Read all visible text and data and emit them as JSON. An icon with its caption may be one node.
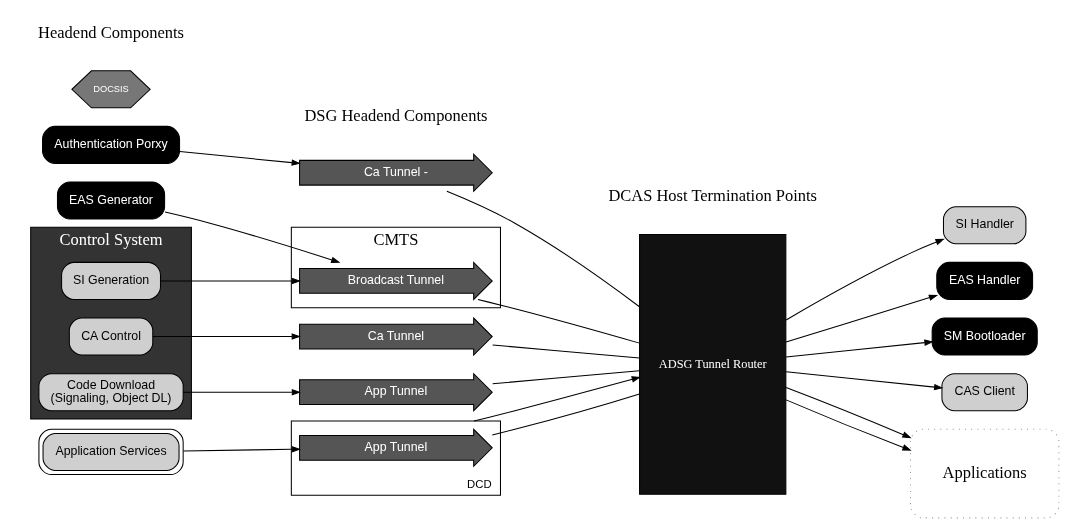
{
  "diagram": {
    "nodes": [
      {
        "text": [
          "Authentication Porxy"
        ]
      },
      {
        "text": [
          "EAS Generator"
        ]
      },
      {
        "text": [
          "Control System"
        ]
      },
      {
        "text": [
          "SI Generation"
        ],
        "in": 2
      },
      {
        "text": [
          "CA Control"
        ],
        "in": 2
      },
      {
        "text": [
          "Code Download",
          "(Signaling, Object DL)"
        ],
        "in": 2
      },
      {
        "text": [
          "Application Services"
        ]
      },
      {
        "text": [
          "CMTS"
        ]
      },
      {
        "text": [
          "Broadcast Tunnel"
        ],
        "in": 7
      },
      {
        "text": [
          "Ca Tunnel -"
        ]
      },
      {
        "text": [
          "Ca Tunnel"
        ]
      },
      {
        "text": [
          "App Tunnel"
        ]
      },
      {
        "text": [
          "DCD"
        ]
      },
      {
        "text": [
          "App Tunnel"
        ],
        "in": 12
      },
      {
        "text": [
          "DOCSIS"
        ]
      },
      {
        "text": [
          "ADSG Tunnel Router"
        ]
      },
      {
        "text": [
          "SI Handler"
        ]
      },
      {
        "text": [
          "EAS Handler"
        ]
      },
      {
        "text": [
          "SM Bootloader"
        ]
      },
      {
        "text": [
          "CAS Client"
        ]
      },
      {
        "text": [
          "Applications"
        ]
      }
    ],
    "edges": [
      {
        "from": 1,
        "to": 8,
        "arrow": "to"
      },
      {
        "from": 3,
        "to": 8,
        "arrow": "to"
      },
      {
        "from": 0,
        "to": 9,
        "arrow": "to"
      },
      {
        "from": 4,
        "to": 10,
        "arrow": "to"
      },
      {
        "from": 5,
        "to": 11,
        "arrow": "to"
      },
      {
        "from": 6,
        "to": 13,
        "arrow": "to"
      },
      {
        "from": 8,
        "to": 15,
        "arrow": "none"
      },
      {
        "from": 15,
        "to": 16,
        "arrow": "to"
      },
      {
        "from": 15,
        "to": 17,
        "arrow": "to"
      },
      {
        "from": 9,
        "to": 15,
        "arrow": "none"
      },
      {
        "from": 15,
        "to": 18,
        "arrow": "to"
      },
      {
        "from": 10,
        "to": 15,
        "arrow": "none"
      },
      {
        "from": 15,
        "to": 19,
        "arrow": "to"
      },
      {
        "from": 11,
        "to": 15,
        "arrow": "none"
      },
      {
        "from": 15,
        "to": 20,
        "arrow": "to"
      },
      {
        "from": 13,
        "to": 15,
        "arrow": "none"
      },
      {
        "from": 15,
        "to": 20,
        "arrow": "to"
      },
      {
        "from": 12,
        "to": 15,
        "arrow": "to"
      }
    ],
    "labels": [
      "Headend Components",
      "DSG Headend Components",
      "DCAS Host Termination Points"
    ]
  }
}
